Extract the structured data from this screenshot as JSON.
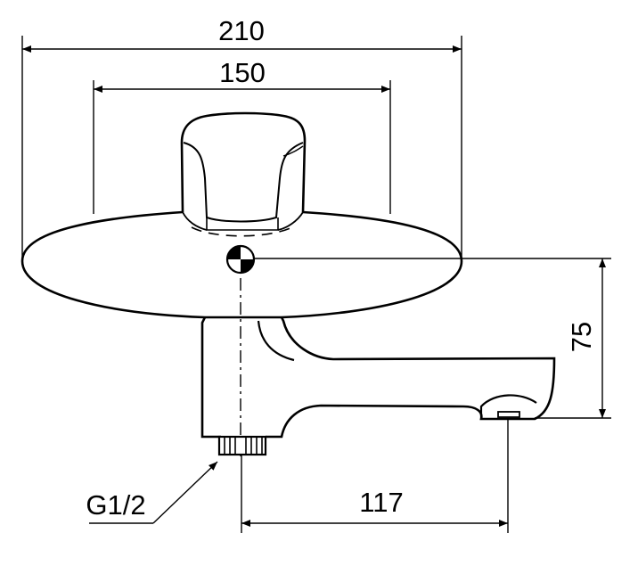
{
  "diagram": {
    "dimensions": {
      "overall_width": "210",
      "inner_width": "150",
      "height": "75",
      "spout_reach": "117"
    },
    "thread_label": "G1/2"
  },
  "colors": {
    "ink": "#000000",
    "background": "#ffffff"
  }
}
